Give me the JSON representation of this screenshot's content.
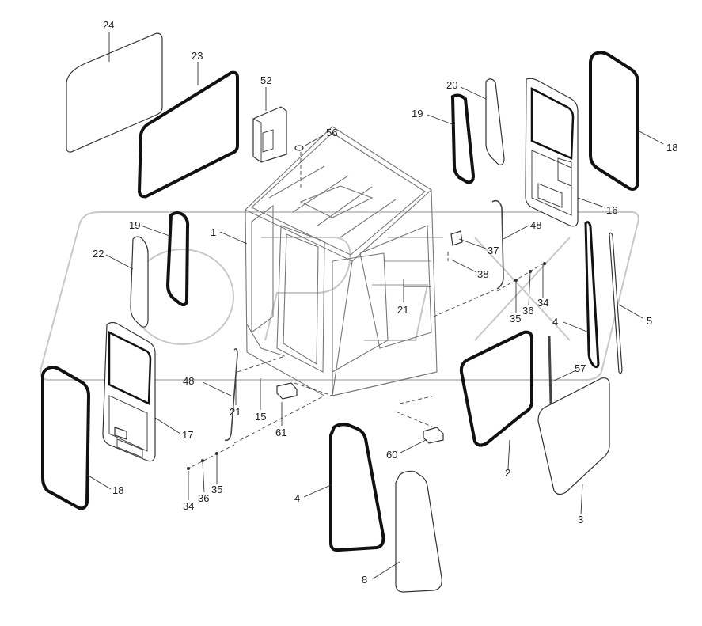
{
  "watermark": "OPEX",
  "callouts": [
    {
      "id": "c24",
      "text": "24"
    },
    {
      "id": "c23",
      "text": "23"
    },
    {
      "id": "c52",
      "text": "52"
    },
    {
      "id": "c56",
      "text": "56"
    },
    {
      "id": "c20",
      "text": "20"
    },
    {
      "id": "c19a",
      "text": "19"
    },
    {
      "id": "c18a",
      "text": "18"
    },
    {
      "id": "c16",
      "text": "16"
    },
    {
      "id": "c1",
      "text": "1"
    },
    {
      "id": "c19b",
      "text": "19"
    },
    {
      "id": "c22",
      "text": "22"
    },
    {
      "id": "c48a",
      "text": "48"
    },
    {
      "id": "c37",
      "text": "37"
    },
    {
      "id": "c38",
      "text": "38"
    },
    {
      "id": "c21a",
      "text": "21"
    },
    {
      "id": "c34a",
      "text": "34"
    },
    {
      "id": "c36a",
      "text": "36"
    },
    {
      "id": "c35a",
      "text": "35"
    },
    {
      "id": "c4a",
      "text": "4"
    },
    {
      "id": "c5",
      "text": "5"
    },
    {
      "id": "c57",
      "text": "57"
    },
    {
      "id": "c48b",
      "text": "48"
    },
    {
      "id": "c21b",
      "text": "21"
    },
    {
      "id": "c15",
      "text": "15"
    },
    {
      "id": "c61",
      "text": "61"
    },
    {
      "id": "c17",
      "text": "17"
    },
    {
      "id": "c18b",
      "text": "18"
    },
    {
      "id": "c2",
      "text": "2"
    },
    {
      "id": "c3",
      "text": "3"
    },
    {
      "id": "c60",
      "text": "60"
    },
    {
      "id": "c4b",
      "text": "4"
    },
    {
      "id": "c8",
      "text": "8"
    },
    {
      "id": "c34b",
      "text": "34"
    },
    {
      "id": "c36b",
      "text": "36"
    },
    {
      "id": "c35b",
      "text": "35"
    }
  ]
}
